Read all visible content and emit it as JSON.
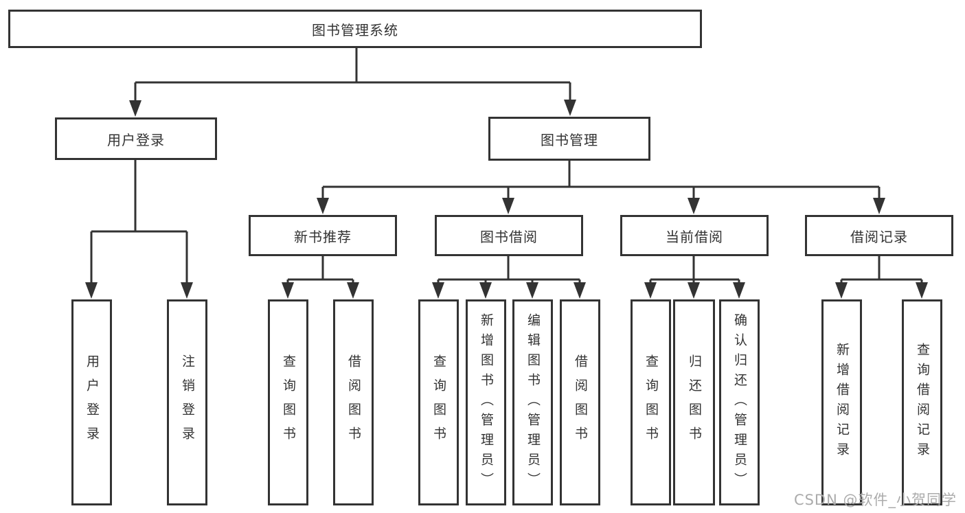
{
  "diagram": {
    "root": "图书管理系统",
    "level2": {
      "user_login": "用户登录",
      "book_mgmt": "图书管理"
    },
    "level3": {
      "new_book_rec": "新书推荐",
      "book_borrow": "图书借阅",
      "current_borrow": "当前借阅",
      "borrow_records": "借阅记录"
    },
    "leaves": {
      "user_login": "用户登录",
      "logout": "注销登录",
      "query_books_1": "查询图书",
      "borrow_books_1": "借阅图书",
      "query_books_2": "查询图书",
      "add_books_admin": "新增图书（管理员）",
      "edit_books_admin": "编辑图书（管理员）",
      "borrow_books_2": "借阅图书",
      "query_books_3": "查询图书",
      "return_books": "归还图书",
      "confirm_return_admin": "确认归还（管理员）",
      "add_borrow_record": "新增借阅记录",
      "query_borrow_record": "查询借阅记录"
    },
    "watermark": "CSDN @软件_小贺同学",
    "colors": {
      "line": "#333333",
      "text": "#333333",
      "watermark": "#ababab",
      "background": "#ffffff"
    }
  }
}
